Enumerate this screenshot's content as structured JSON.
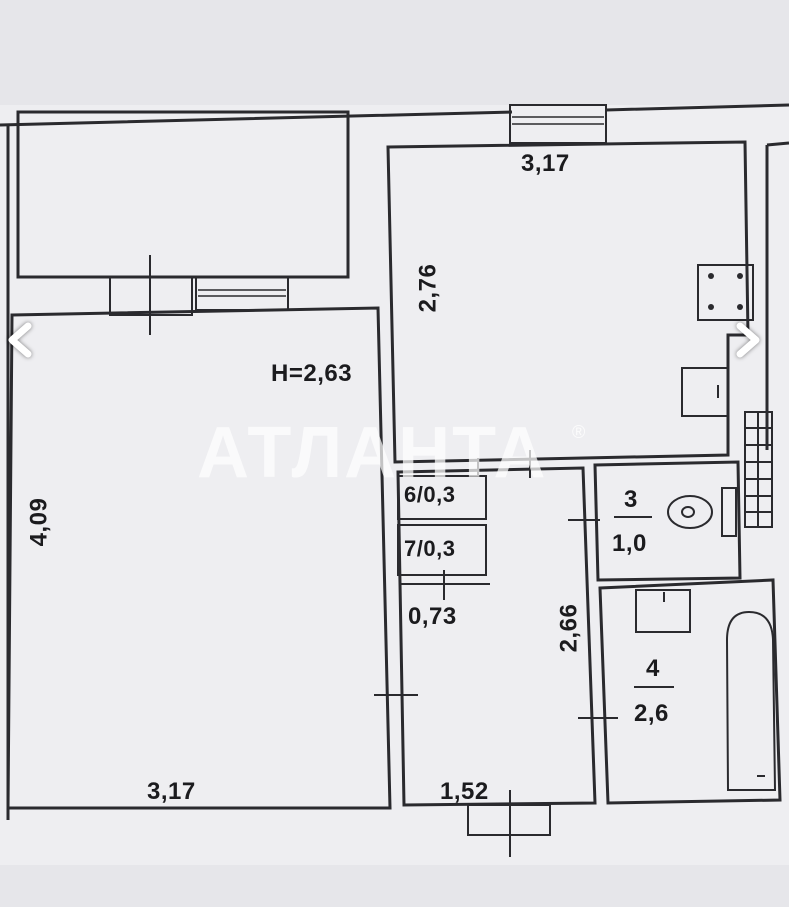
{
  "labels": {
    "kitchen_width": "3,17",
    "kitchen_depth": "2,76",
    "ceiling_height": "H=2,63",
    "room_depth": "4,09",
    "room_width": "3,17",
    "closet6": "6/0,3",
    "closet7": "7/0,3",
    "closet_width": "0,73",
    "hall_length": "2,66",
    "hall_width": "1,52",
    "wc_number": "3",
    "wc_area": "1,0",
    "bath_number": "4",
    "bath_area": "2,6"
  },
  "watermark": {
    "text": "АТЛАНТА",
    "mark": "®"
  },
  "nav": {
    "left": "chevron-left-icon",
    "right": "chevron-right-icon"
  },
  "colors": {
    "wall": "#2a2a2e",
    "background": "#e9e9ec",
    "paper": "#f0f0f3"
  }
}
